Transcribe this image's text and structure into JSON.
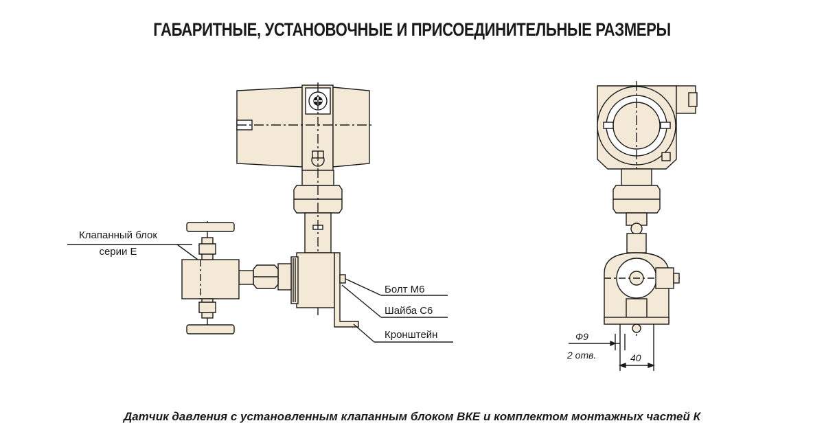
{
  "title": "ГАБАРИТНЫЕ, УСТАНОВОЧНЫЕ И ПРИСОЕДИНИТЕЛЬНЫЕ РАЗМЕРЫ",
  "caption": "Датчик давления с установленным клапанным блоком ВКЕ и комплектом монтажных частей К",
  "labels": {
    "valve_block_line1": "Клапанный блок",
    "valve_block_line2": "серии Е",
    "bolt": "Болт М6",
    "washer": "Шайба С6",
    "bracket": "Кронштейн"
  },
  "dimensions": {
    "hole_diameter": "Ф9",
    "hole_count": "2 отв.",
    "hole_spacing": "40"
  },
  "colors": {
    "body_fill": "#f3e9d6",
    "line": "#1a1a1a"
  }
}
